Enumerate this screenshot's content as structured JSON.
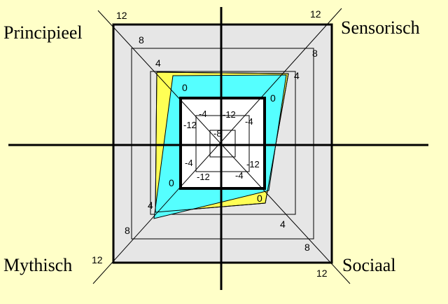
{
  "corners": {
    "top_left": "Principieel",
    "top_right": "Sensorisch",
    "bottom_left": "Mythisch",
    "bottom_right": "Sociaal"
  },
  "scale": {
    "twelve": "12",
    "eight": "8",
    "four": "4",
    "zero": "0",
    "minus_four": "-4",
    "minus_eight": "-8",
    "minus_twelve": "-12"
  },
  "colors": {
    "background": "#FFFFC8",
    "outer_band": "#E6E6E6",
    "inner_square": "#FFFFFF",
    "series_yellow": "#FFFF55",
    "series_cyan": "#55FFFF"
  }
}
